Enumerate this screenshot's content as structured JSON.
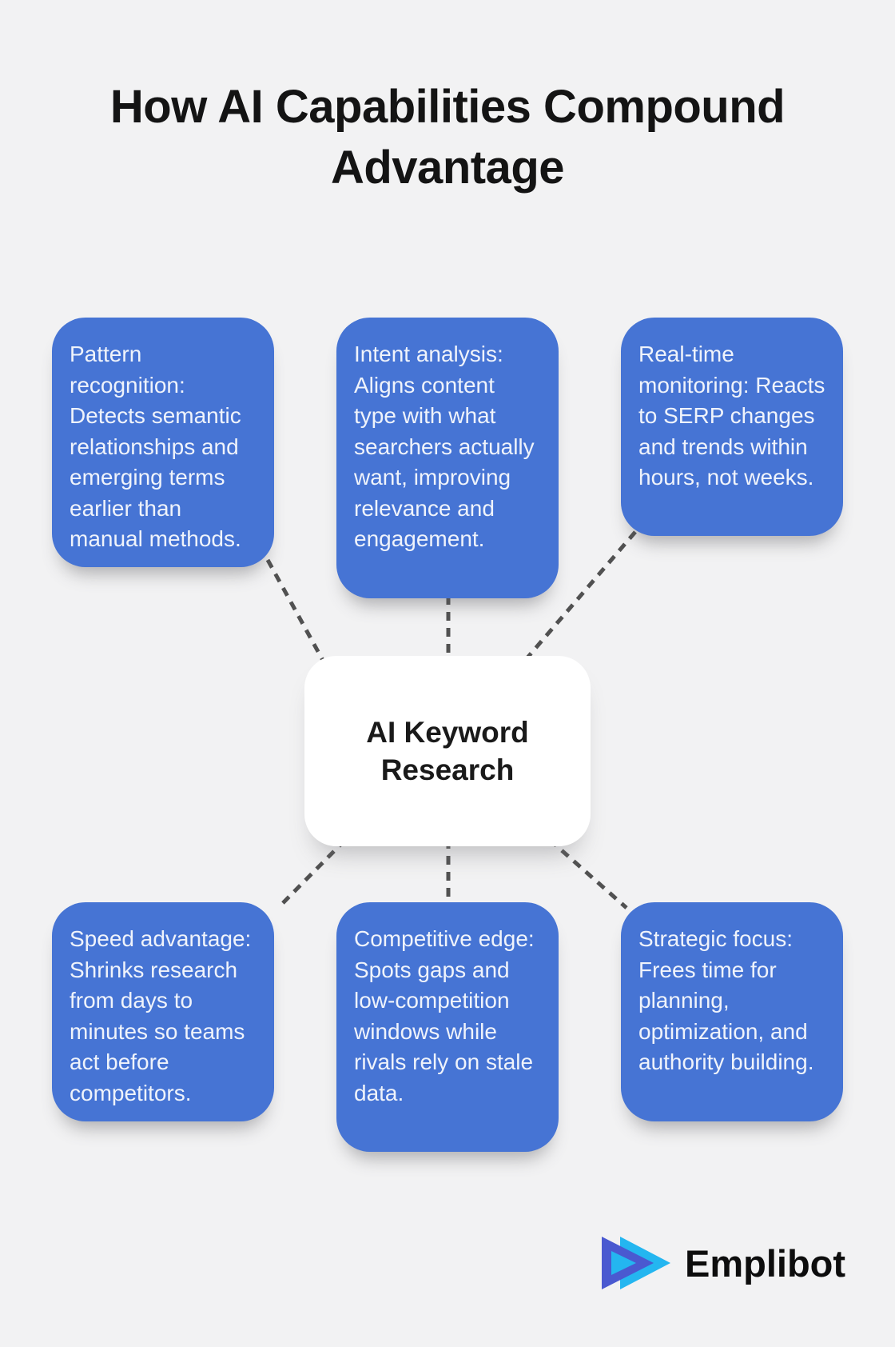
{
  "title": "How AI Capabilities Compound Advantage",
  "center_node": {
    "label": "AI Keyword Research"
  },
  "nodes": [
    {
      "name": "pattern-recognition",
      "text": "Pattern recognition: Detects semantic relationships and emerging terms earlier than manual methods."
    },
    {
      "name": "intent-analysis",
      "text": "Intent analysis: Aligns content type with what searchers actually want, improving relevance and engagement."
    },
    {
      "name": "real-time-monitoring",
      "text": "Real-time monitoring: Reacts to SERP changes and trends within hours, not weeks."
    },
    {
      "name": "speed-advantage",
      "text": "Speed advantage: Shrinks research from days to minutes so teams act before competitors."
    },
    {
      "name": "competitive-edge",
      "text": "Competitive edge: Spots gaps and low-competition windows while rivals rely on stale data."
    },
    {
      "name": "strategic-focus",
      "text": "Strategic focus: Frees time for planning, optimization, and authority building."
    }
  ],
  "brand": {
    "name": "Emplibot"
  },
  "colors": {
    "background": "#F2F2F3",
    "node_fill": "#4674D4",
    "node_text": "#EFF3FB",
    "connector": "#515151",
    "center_fill": "#FFFFFF",
    "title_text": "#141414",
    "logo_indigo": "#4A59D0",
    "logo_cyan": "#24B6F0"
  }
}
